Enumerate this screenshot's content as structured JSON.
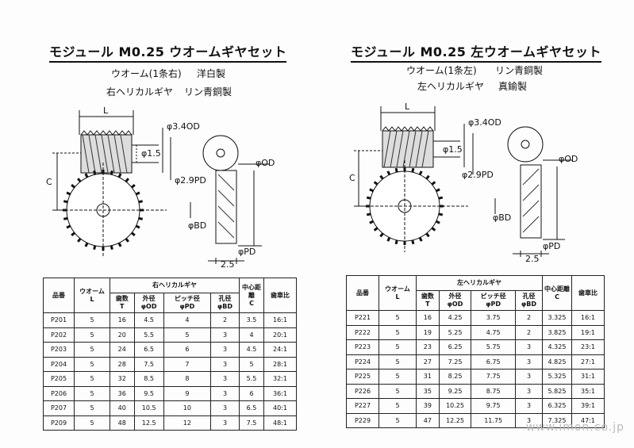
{
  "left": {
    "title": "モジュール M0.25 ウオームギヤセット",
    "worm_spec_name": "ウオーム(1条右)",
    "worm_spec_mat": "洋白製",
    "gear_spec_name": "右ヘリカルギヤ",
    "gear_spec_mat": "リン青銅製",
    "dims": {
      "L": "L",
      "od_worm": "φ3.4OD",
      "bore": "φ1.5",
      "pd": "φ2.9PD",
      "C": "C",
      "od": "φOD",
      "bd": "φBD",
      "pd_gear": "φPD",
      "width": "2.5"
    },
    "table": {
      "h_part": "品番",
      "h_worm": "ウオーム",
      "h_worm_sub": "L",
      "h_group": "右ヘリカルギヤ",
      "h_teeth": "歯数",
      "h_teeth_sub": "T",
      "h_od": "外径",
      "h_od_sub": "φOD",
      "h_pd": "ピッチ径",
      "h_pd_sub": "φPD",
      "h_bd": "孔径",
      "h_bd_sub": "φBD",
      "h_c": "中心距離",
      "h_c_sub": "C",
      "h_ratio": "歯車比",
      "rows": [
        [
          "P201",
          "5",
          "16",
          "4.5",
          "4",
          "2",
          "3.5",
          "16:1"
        ],
        [
          "P202",
          "5",
          "20",
          "5.5",
          "5",
          "3",
          "4",
          "20:1"
        ],
        [
          "P203",
          "5",
          "24",
          "6.5",
          "6",
          "3",
          "4.5",
          "24:1"
        ],
        [
          "P204",
          "5",
          "28",
          "7.5",
          "7",
          "3",
          "5",
          "28:1"
        ],
        [
          "P205",
          "5",
          "32",
          "8.5",
          "8",
          "3",
          "5.5",
          "32:1"
        ],
        [
          "P206",
          "5",
          "36",
          "9.5",
          "9",
          "3",
          "6",
          "36:1"
        ],
        [
          "P207",
          "5",
          "40",
          "10.5",
          "10",
          "3",
          "6.5",
          "40:1"
        ],
        [
          "P209",
          "5",
          "48",
          "12.5",
          "12",
          "3",
          "7.5",
          "48:1"
        ]
      ]
    }
  },
  "right": {
    "title": "モジュール M0.25 左ウオームギヤセット",
    "worm_spec_name": "ウオーム(1条左)",
    "worm_spec_mat": "リン青銅製",
    "gear_spec_name": "左ヘリカルギヤ",
    "gear_spec_mat": "真鍮製",
    "dims": {
      "L": "L",
      "od_worm": "φ3.4OD",
      "bore": "φ1.5",
      "pd": "φ2.9PD",
      "C": "C",
      "od": "φOD",
      "bd": "φBD",
      "pd_gear": "φPD",
      "width": "2.5"
    },
    "table": {
      "h_part": "品番",
      "h_worm": "ウオーム",
      "h_worm_sub": "L",
      "h_group": "左ヘリカルギヤ",
      "h_teeth": "歯数",
      "h_teeth_sub": "T",
      "h_od": "外径",
      "h_od_sub": "φOD",
      "h_pd": "ピッチ径",
      "h_pd_sub": "φPD",
      "h_bd": "孔径",
      "h_bd_sub": "φBD",
      "h_c": "中心距離",
      "h_c_sub": "C",
      "h_ratio": "歯車比",
      "rows": [
        [
          "P221",
          "5",
          "16",
          "4.25",
          "3.75",
          "2",
          "3.325",
          "16:1"
        ],
        [
          "P222",
          "5",
          "19",
          "5.25",
          "4.75",
          "2",
          "3.825",
          "19:1"
        ],
        [
          "P223",
          "5",
          "23",
          "6.25",
          "5.75",
          "3",
          "4.325",
          "23:1"
        ],
        [
          "P224",
          "5",
          "27",
          "7.25",
          "6.75",
          "3",
          "4.825",
          "27:1"
        ],
        [
          "P225",
          "5",
          "31",
          "8.25",
          "7.75",
          "3",
          "5.325",
          "31:1"
        ],
        [
          "P226",
          "5",
          "35",
          "9.25",
          "8.75",
          "3",
          "5.825",
          "35:1"
        ],
        [
          "P227",
          "5",
          "39",
          "10.25",
          "9.75",
          "3",
          "6.325",
          "39:1"
        ],
        [
          "P229",
          "5",
          "47",
          "12.25",
          "11.75",
          "3",
          "7.325",
          "47:1"
        ]
      ]
    }
  },
  "watermark": "www.imon.co.jp"
}
